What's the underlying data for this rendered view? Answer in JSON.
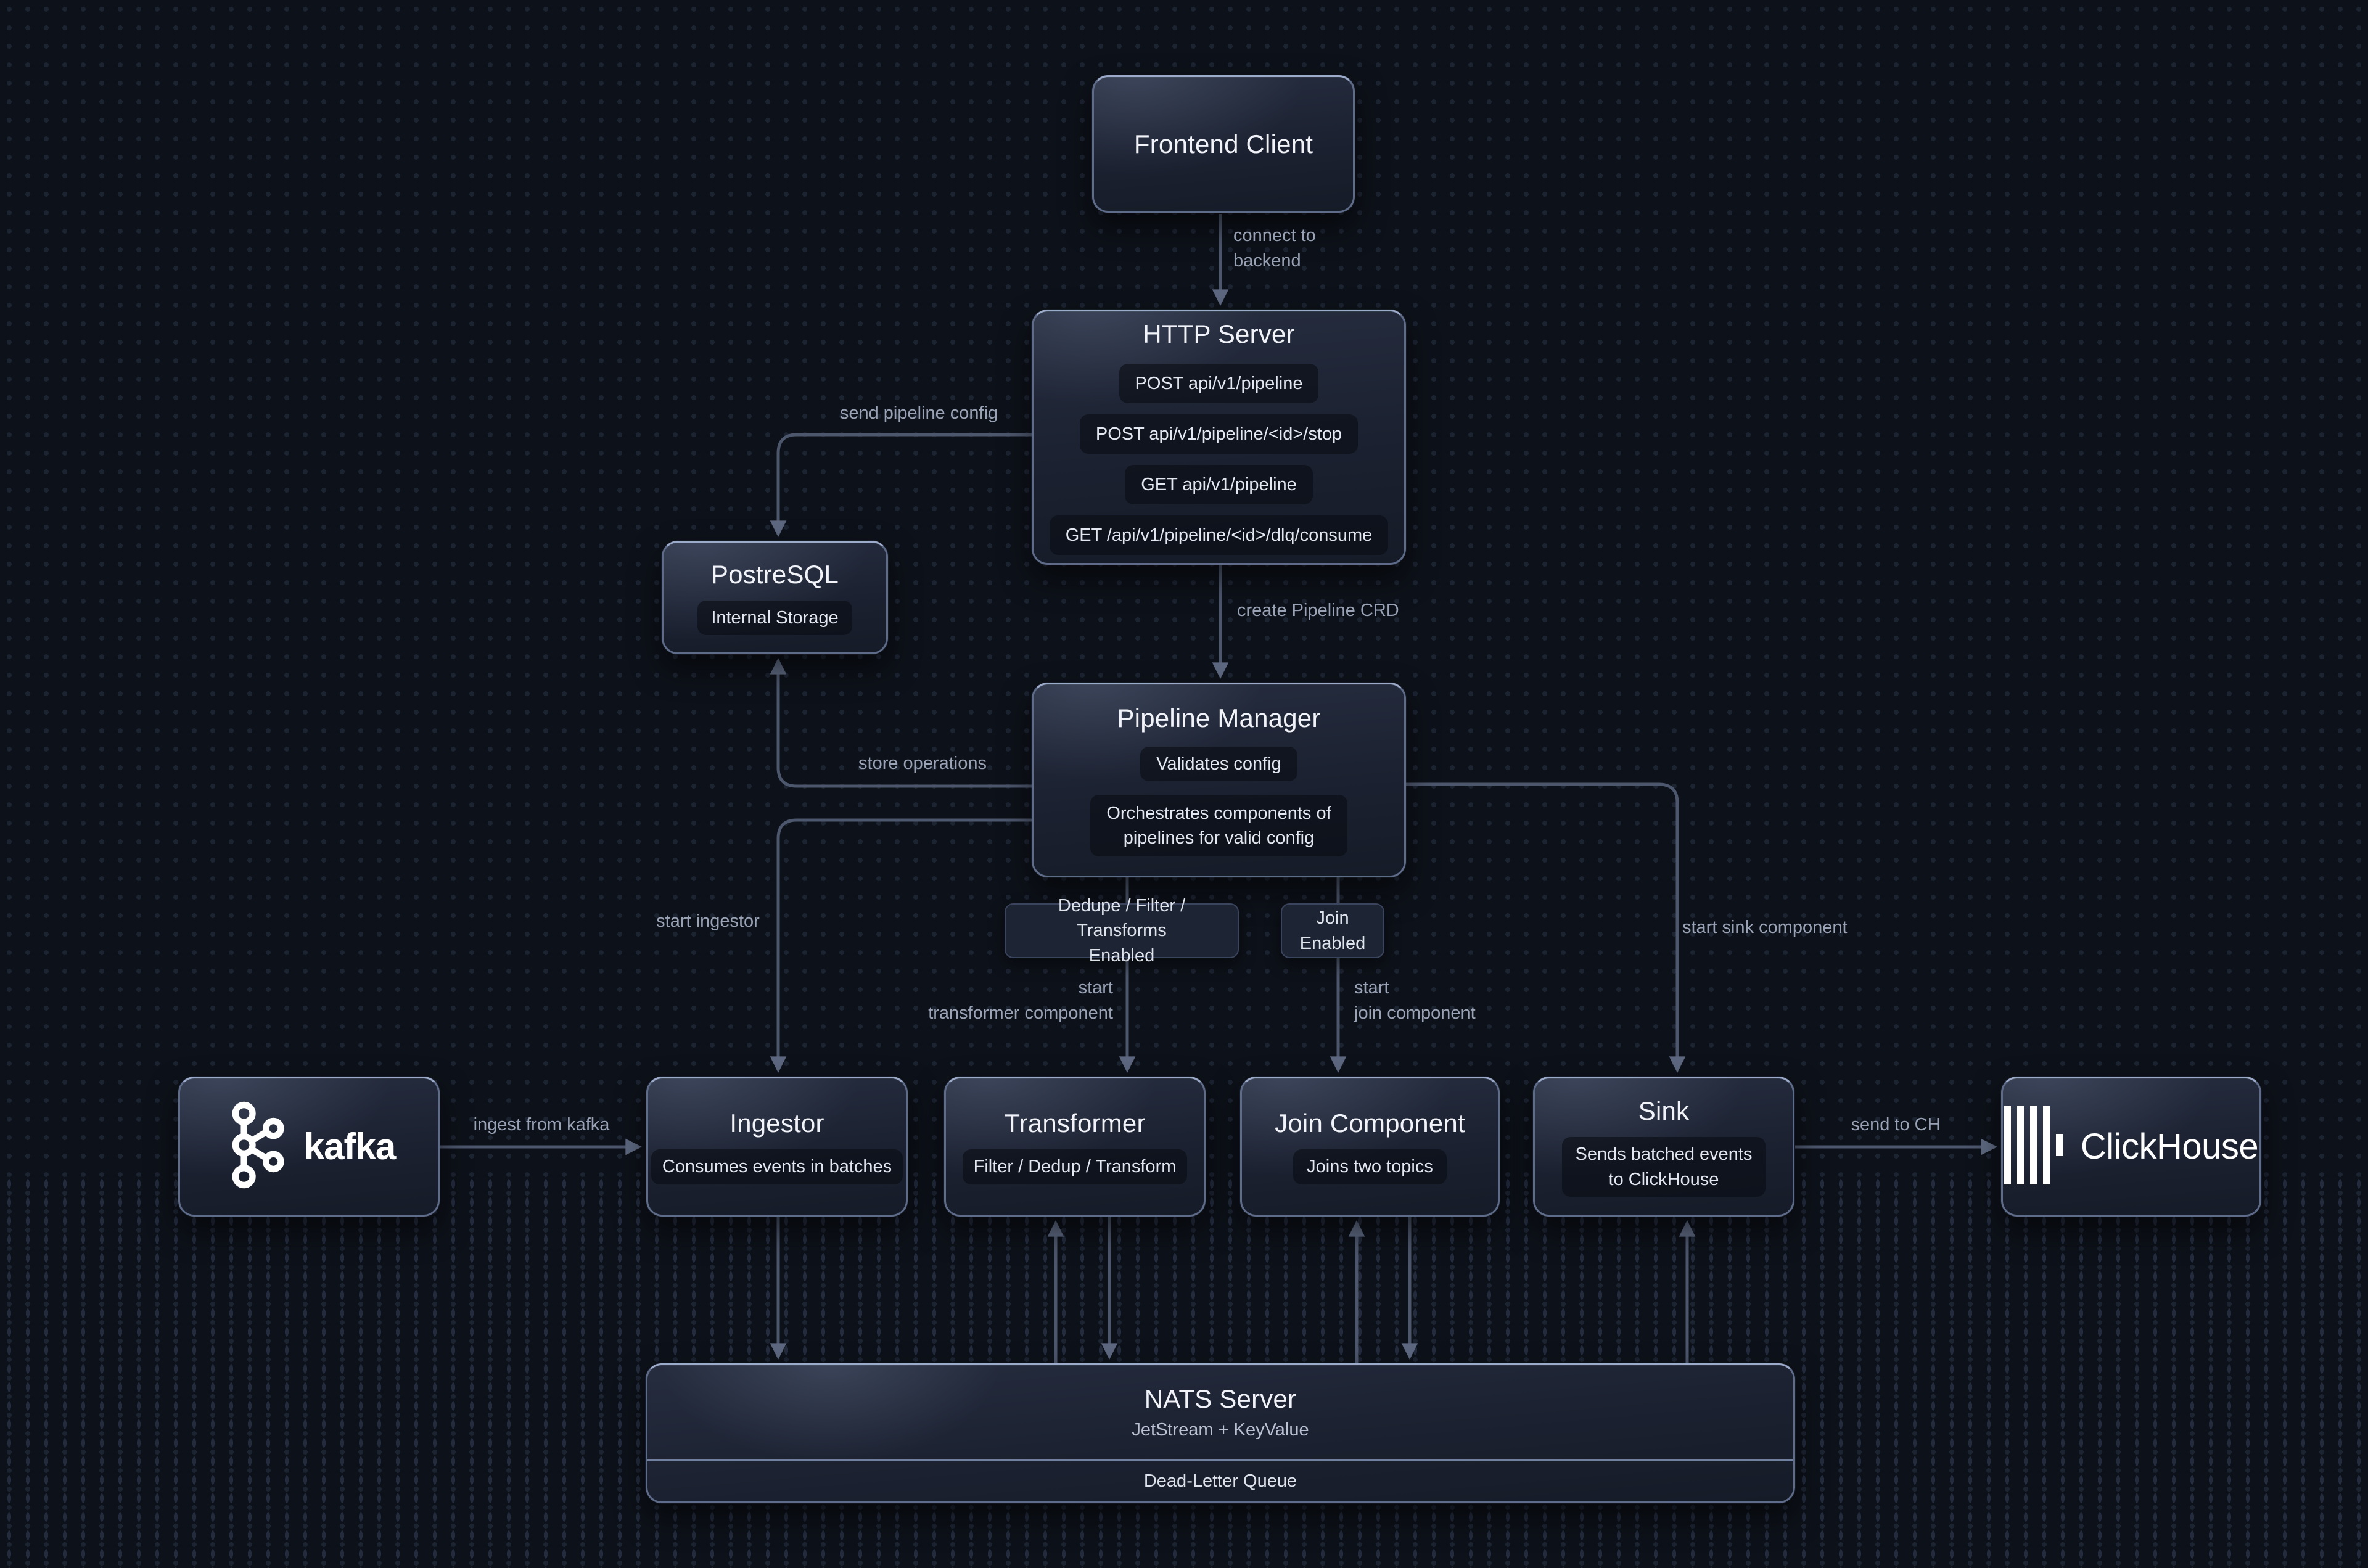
{
  "diagram": {
    "colors": {
      "background": "#0d1119",
      "node_border": "#8b99ba",
      "edge": "#4c566c",
      "label": "#9aa3b6",
      "chip_bg": "#10141f"
    },
    "nodes": {
      "frontend_client": {
        "title": "Frontend Client"
      },
      "http_server": {
        "title": "HTTP Server",
        "endpoints": [
          "POST api/v1/pipeline",
          "POST api/v1/pipeline/<id>/stop",
          "GET api/v1/pipeline",
          "GET /api/v1/pipeline/<id>/dlq/consume"
        ]
      },
      "postgresql": {
        "title": "PostreSQL",
        "chip": "Internal Storage"
      },
      "pipeline_manager": {
        "title": "Pipeline Manager",
        "chip_1": "Validates config",
        "chip_2": "Orchestrates components of\npipelines for valid config"
      },
      "kafka": {
        "brand": "kafka"
      },
      "ingestor": {
        "title": "Ingestor",
        "chip": "Consumes events in batches"
      },
      "transformer": {
        "title": "Transformer",
        "chip": "Filter / Dedup / Transform"
      },
      "join_component": {
        "title": "Join Component",
        "chip": "Joins two topics"
      },
      "sink": {
        "title": "Sink",
        "chip": "Sends batched events\nto ClickHouse"
      },
      "clickhouse": {
        "brand": "ClickHouse"
      },
      "nats_server": {
        "title": "NATS Server",
        "subtitle": "JetStream + KeyValue",
        "dlq": "Dead-Letter Queue"
      }
    },
    "condition_chips": {
      "dedupe_filter_transforms": "Dedupe / Filter / Transforms\nEnabled",
      "join_enabled": "Join\nEnabled"
    },
    "edge_labels": {
      "connect_to_backend": "connect to\nbackend",
      "send_pipeline_config": "send pipeline config",
      "create_pipeline_crd": "create Pipeline CRD",
      "store_operations": "store operations",
      "start_ingestor": "start ingestor",
      "start_transformer_component": "start\ntransformer component",
      "start_join_component": "start\njoin component",
      "start_sink_component": "start sink component",
      "ingest_from_kafka": "ingest from kafka",
      "send_to_ch": "send to CH"
    }
  }
}
